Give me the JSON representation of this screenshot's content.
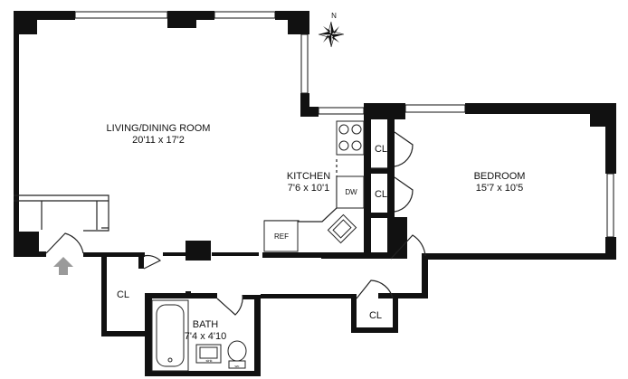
{
  "compass": {
    "north_label": "N"
  },
  "rooms": {
    "living": {
      "name": "LIVING/DINING ROOM",
      "dims": "20'11 x 17'2"
    },
    "kitchen": {
      "name": "KITCHEN",
      "dims": "7'6 x 10'1"
    },
    "bedroom": {
      "name": "BEDROOM",
      "dims": "15'7 x 10'5"
    },
    "bath": {
      "name": "BATH",
      "dims": "7'4 x 4'10"
    }
  },
  "closets": [
    {
      "label": "CL"
    },
    {
      "label": "CL"
    },
    {
      "label": "CL"
    },
    {
      "label": "CL"
    }
  ],
  "appliances": {
    "ref": "REF",
    "dw": "DW"
  },
  "fixtures": {
    "sink_text": "sink",
    "toilet_text": "wc"
  },
  "colors": {
    "wall": "#111111",
    "entry_arrow": "#9a9a9a"
  }
}
